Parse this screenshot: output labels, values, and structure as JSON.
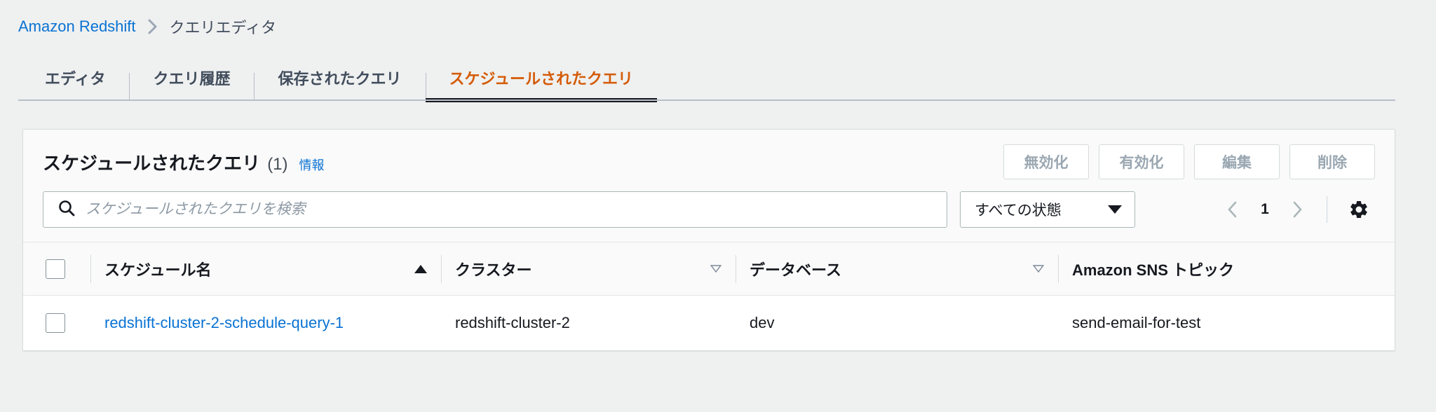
{
  "breadcrumb": {
    "root": "Amazon Redshift",
    "separator_icon": "chevron-right-icon",
    "current": "クエリエディタ"
  },
  "tabs": [
    {
      "label": "エディタ",
      "active": false
    },
    {
      "label": "クエリ履歴",
      "active": false
    },
    {
      "label": "保存されたクエリ",
      "active": false
    },
    {
      "label": "スケジュールされたクエリ",
      "active": true
    }
  ],
  "panel": {
    "title": "スケジュールされたクエリ",
    "count": "(1)",
    "info_label": "情報",
    "actions": [
      {
        "label": "無効化",
        "disabled": true
      },
      {
        "label": "有効化",
        "disabled": true
      },
      {
        "label": "編集",
        "disabled": true
      },
      {
        "label": "削除",
        "disabled": true
      }
    ],
    "search": {
      "icon": "search-icon",
      "placeholder": "スケジュールされたクエリを検索",
      "value": ""
    },
    "status_filter": {
      "selected": "すべての状態",
      "icon": "chevron-down-icon"
    },
    "pagination": {
      "prev_icon": "chevron-left-icon",
      "page": "1",
      "next_icon": "chevron-right-icon"
    },
    "preferences_icon": "gear-icon"
  },
  "table": {
    "select_all_name": "select-all-checkbox",
    "columns": [
      {
        "label": "スケジュール名",
        "sort": "asc"
      },
      {
        "label": "クラスター",
        "sort": "none"
      },
      {
        "label": "データベース",
        "sort": "none"
      },
      {
        "label": "Amazon SNS トピック",
        "sort": null
      }
    ],
    "rows": [
      {
        "name": "redshift-cluster-2-schedule-query-1",
        "cluster": "redshift-cluster-2",
        "database": "dev",
        "sns_topic": "send-email-for-test"
      }
    ]
  },
  "colors": {
    "link": "#0972d3",
    "active_tab": "#d45b07",
    "page_bg": "#eff0f0",
    "panel_header_bg": "#fafafa",
    "text": "#16191f",
    "disabled_text": "#9aa7b1"
  }
}
